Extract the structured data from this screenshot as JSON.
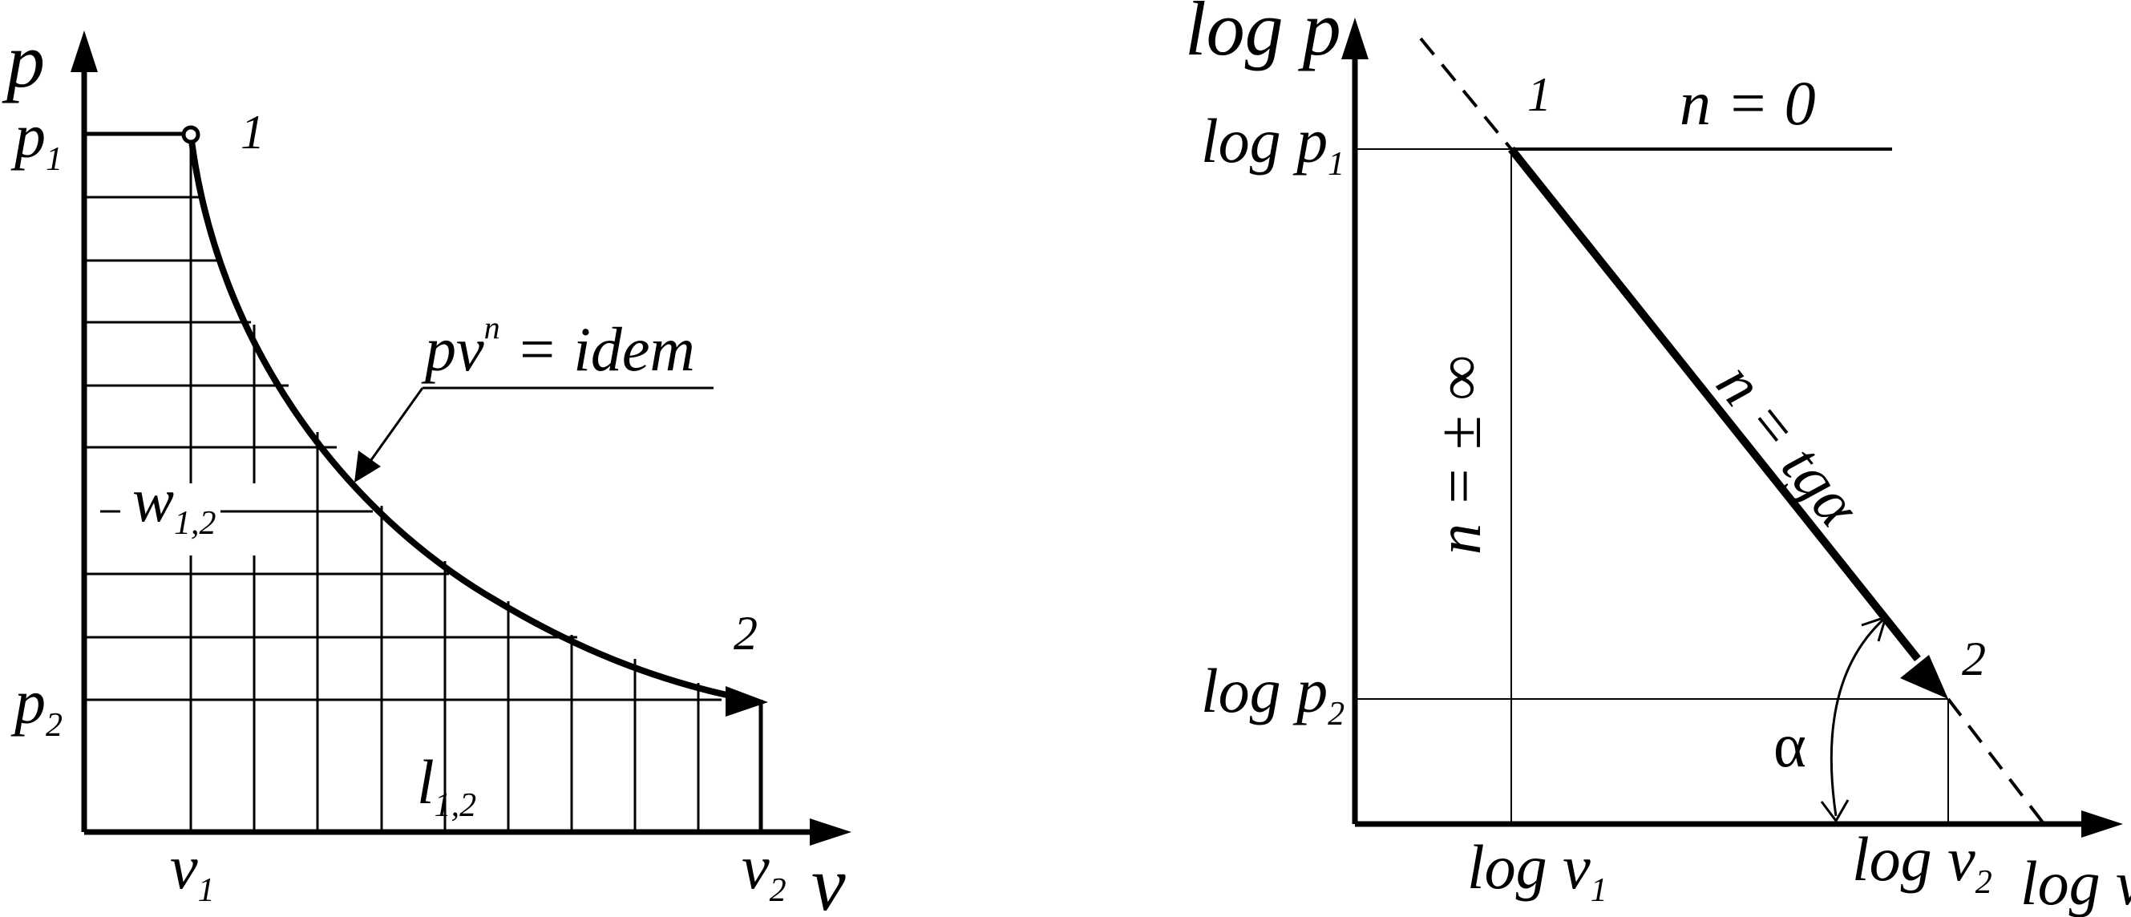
{
  "left_diagram": {
    "p_axis": "p",
    "v_axis": "v",
    "p1": "p",
    "p1_sub": "1",
    "p2": "p",
    "p2_sub": "2",
    "v1": "v",
    "v1_sub": "1",
    "v2": "v",
    "v2_sub": "2",
    "point1": "1",
    "point2": "2",
    "curve_label_main": "pv",
    "curve_label_exp": "n",
    "curve_label_rest": " = idem",
    "work_w": "w",
    "work_w_sub": "1,2",
    "work_l": "l",
    "work_l_sub": "1,2"
  },
  "right_diagram": {
    "y_axis": "log p",
    "x_axis": "log v",
    "logp1": "log p",
    "logp1_sub": "1",
    "logp2": "log p",
    "logp2_sub": "2",
    "logv1": "log v",
    "logv1_sub": "1",
    "logv2": "log v",
    "logv2_sub": "2",
    "point1": "1",
    "point2": "2",
    "n_zero": "n = 0",
    "n_inf": "n = ± ∞",
    "n_tg": "n = tgα",
    "alpha": "α"
  },
  "colors": {
    "ink": "#000000",
    "background": "#ffffff"
  }
}
